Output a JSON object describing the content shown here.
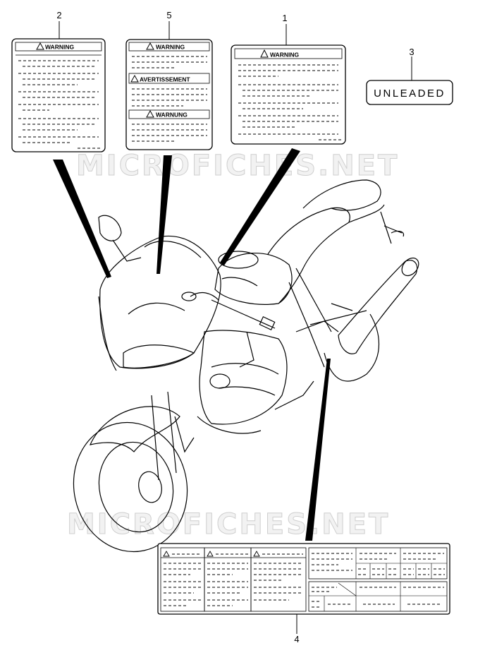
{
  "callouts": [
    "1",
    "2",
    "3",
    "4",
    "5"
  ],
  "labels": {
    "warning": "WARNING",
    "avertissement": "AVERTISSEMENT",
    "warnung": "WARNUNG",
    "unleaded": "UNLEADED"
  },
  "watermark": "MICROFICHES.NET"
}
